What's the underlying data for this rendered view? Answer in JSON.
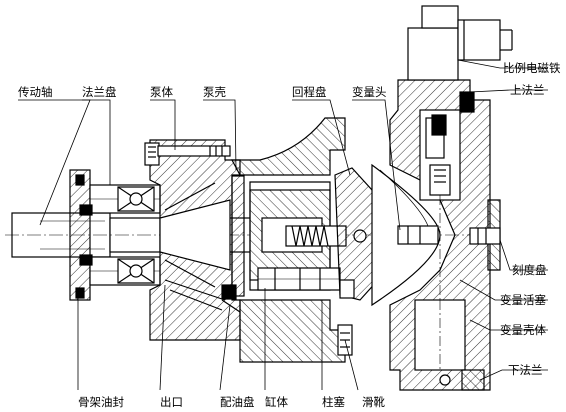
{
  "labels": {
    "drive_shaft": "传动轴",
    "flange_plate": "法兰盘",
    "pump_body": "泵体",
    "pump_shell": "泵壳",
    "return_plate": "回程盘",
    "variable_head": "变量头",
    "proportional_solenoid": "比例电磁铁",
    "upper_flange": "上法兰",
    "scale_plate": "刻度盘",
    "variable_piston": "变量活塞",
    "variable_housing": "变量壳体",
    "lower_flange": "下法兰",
    "skeleton_oil_seal": "骨架油封",
    "outlet": "出口",
    "valve_plate": "配油盘",
    "cylinder_block": "缸体",
    "plunger": "柱塞",
    "slipper": "滑靴"
  }
}
